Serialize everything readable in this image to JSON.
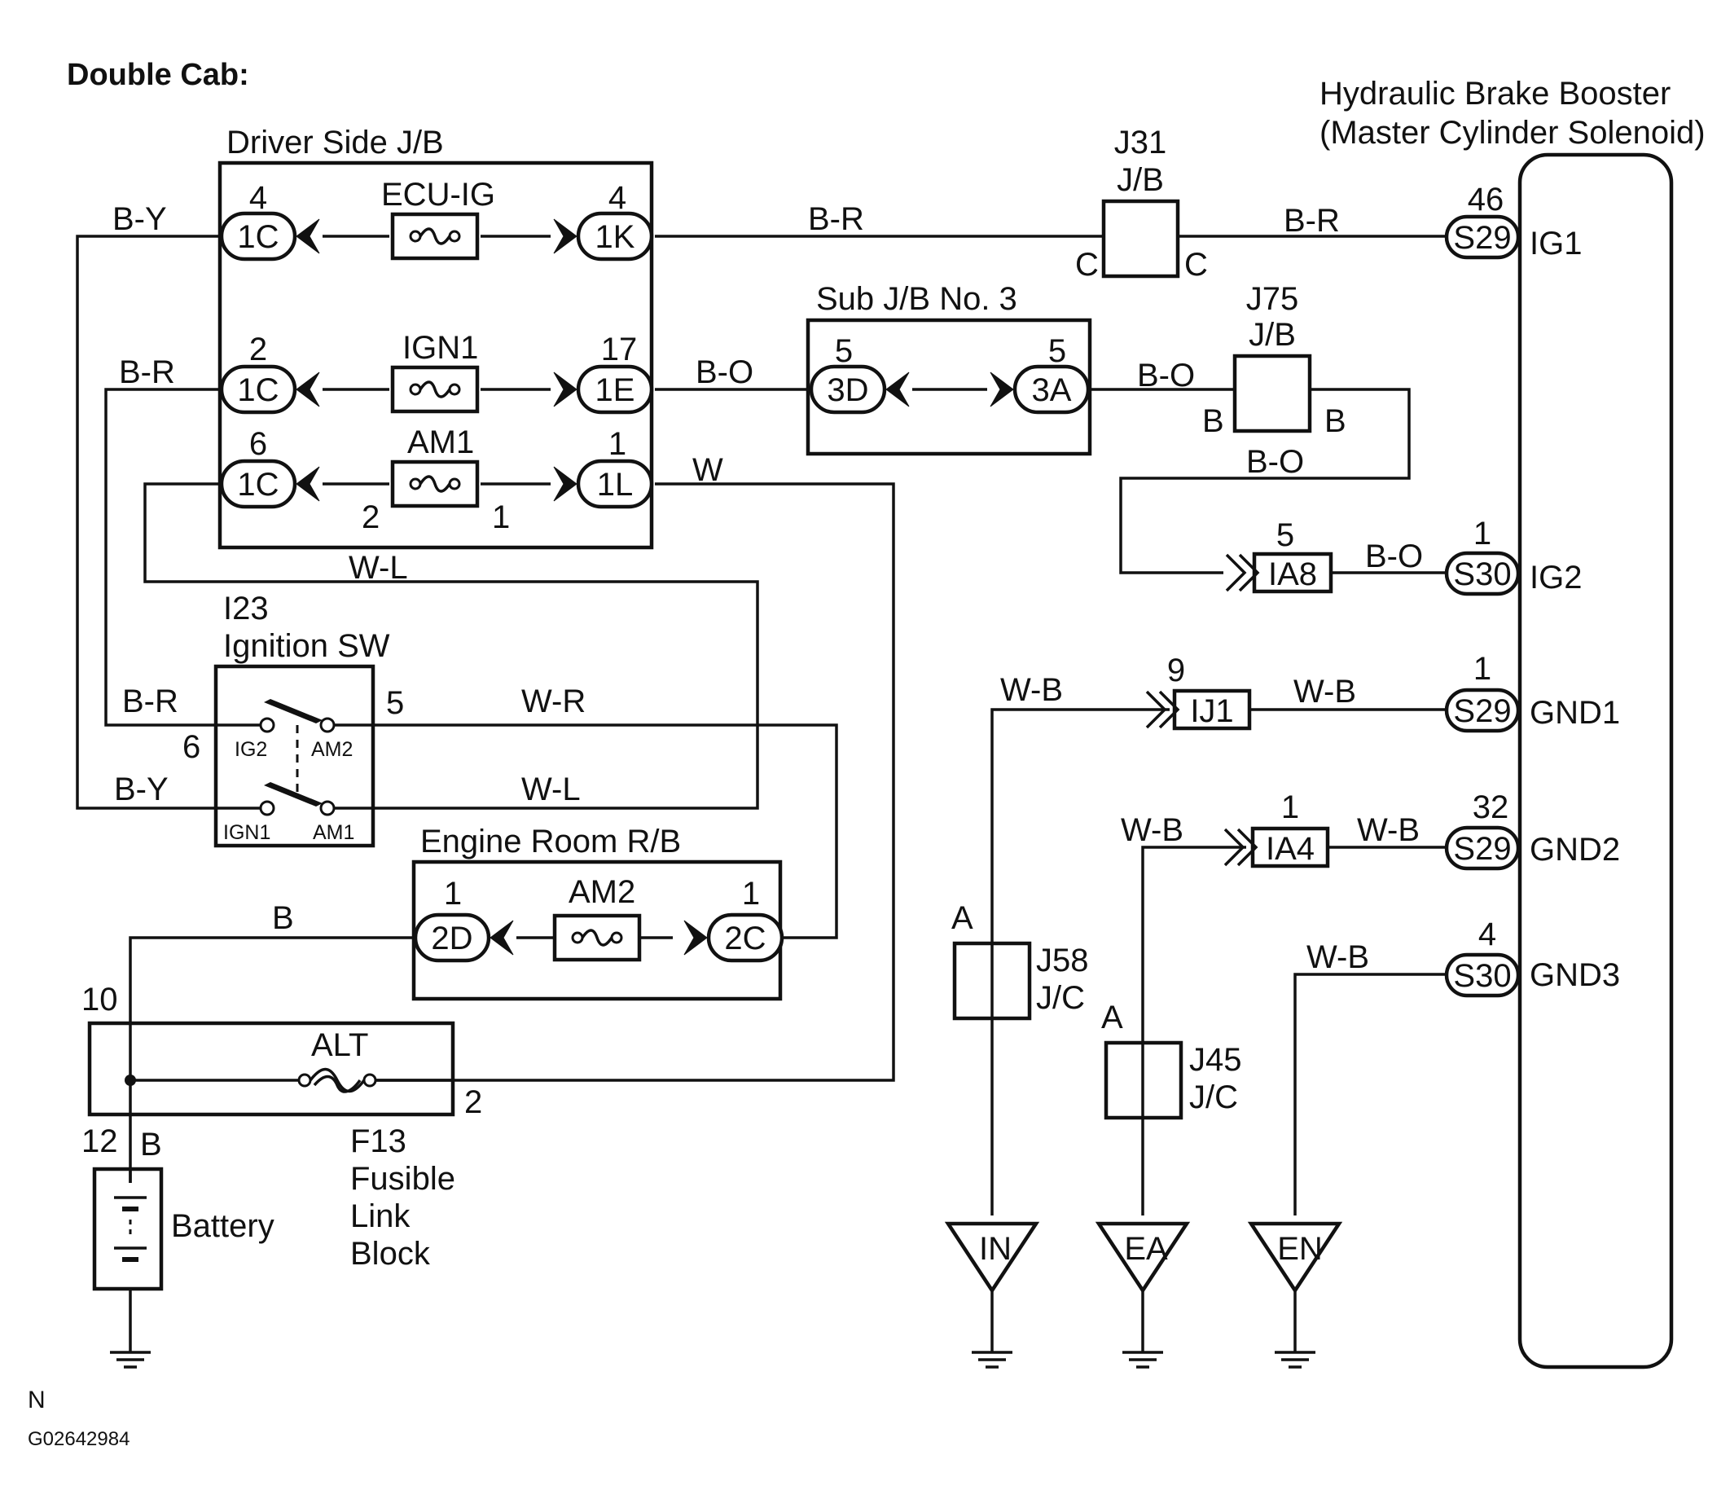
{
  "title": "Double Cab:",
  "colors": {
    "ink": "#111111",
    "paper": "#ffffff"
  },
  "driver_jb": {
    "name": "Driver Side J/B",
    "fuses": [
      "ECU-IG",
      "IGN1",
      "AM1"
    ],
    "left_connectors": [
      {
        "pin": "4",
        "code": "1C"
      },
      {
        "pin": "2",
        "code": "1C"
      },
      {
        "pin": "6",
        "code": "1C"
      }
    ],
    "right_connectors": [
      {
        "pin": "4",
        "code": "1K"
      },
      {
        "pin": "17",
        "code": "1E"
      },
      {
        "pin": "1",
        "code": "1L"
      }
    ],
    "am1_pin_left": "2",
    "am1_pin_right": "1"
  },
  "wires": {
    "by": "B-Y",
    "br": "B-R",
    "bo": "B-O",
    "w": "W",
    "wl": "W-L",
    "wr": "W-R",
    "b": "B",
    "wb": "W-B"
  },
  "j31": {
    "name": "J31",
    "sub": "J/B",
    "pin_left": "C",
    "pin_right": "C"
  },
  "sub_jb3": {
    "name": "Sub J/B No. 3",
    "left": {
      "pin": "5",
      "code": "3D"
    },
    "right": {
      "pin": "5",
      "code": "3A"
    }
  },
  "j75": {
    "name": "J75",
    "sub": "J/B",
    "pin_left": "B",
    "pin_right": "B"
  },
  "ignition_sw": {
    "id": "I23",
    "name": "Ignition SW",
    "pin_left": "6",
    "pin_right": "5",
    "ig2": "IG2",
    "am2": "AM2",
    "ign1": "IGN1",
    "am1": "AM1"
  },
  "engine_rb": {
    "name": "Engine Room R/B",
    "fuse": "AM2",
    "left": {
      "pin": "1",
      "code": "2D"
    },
    "right": {
      "pin": "1",
      "code": "2C"
    }
  },
  "fusible_link": {
    "fuse": "ALT",
    "pin_top": "10",
    "pin_bottom": "12",
    "pin_right": "2",
    "id": "F13",
    "name_lines": [
      "Fusible",
      "Link",
      "Block"
    ]
  },
  "battery": {
    "name": "Battery"
  },
  "booster": {
    "name_lines": [
      "Hydraulic Brake Booster",
      "(Master Cylinder Solenoid)"
    ],
    "terminals": [
      {
        "pin": "46",
        "code": "S29",
        "label": "IG1"
      },
      {
        "pin": "1",
        "code": "S30",
        "label": "IG2"
      },
      {
        "pin": "1",
        "code": "S29",
        "label": "GND1"
      },
      {
        "pin": "32",
        "code": "S29",
        "label": "GND2"
      },
      {
        "pin": "4",
        "code": "S30",
        "label": "GND3"
      }
    ]
  },
  "inline_connectors": [
    {
      "pin": "5",
      "code": "IA8"
    },
    {
      "pin": "9",
      "code": "IJ1"
    },
    {
      "pin": "1",
      "code": "IA4"
    }
  ],
  "junction_connectors": [
    {
      "pin": "A",
      "name": "J58",
      "sub": "J/C"
    },
    {
      "pin": "A",
      "name": "J45",
      "sub": "J/C"
    }
  ],
  "grounds": [
    "IN",
    "EA",
    "EN"
  ],
  "footer": {
    "code": "N",
    "figure_id": "G02642984"
  }
}
